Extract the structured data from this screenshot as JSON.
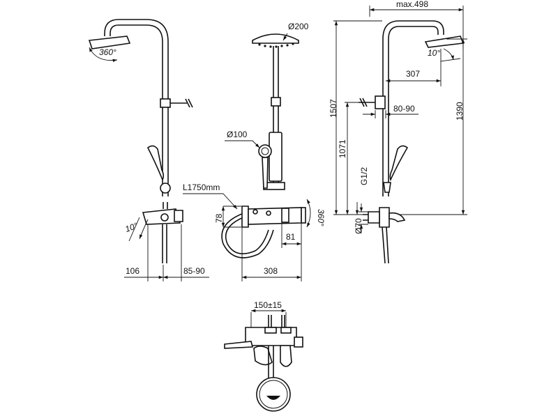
{
  "dimensions": {
    "max_width": "max.498",
    "overhead_diameter": "Ø200",
    "handshower_diameter": "Ø100",
    "rotation_head": "360°",
    "rotation_mixer": "360°",
    "tilt_head": "10°",
    "tilt_mixer": "10°",
    "total_height": "1507",
    "head_height": "1390",
    "bracket_height": "1071",
    "arm_reach": "307",
    "bracket_offset": "80-90",
    "thread": "G1/2",
    "escutcheon_diameter": "Ø70",
    "hose_length": "L1750mm",
    "mixer_height": "78",
    "spout_gap": "81",
    "mixer_width": "308",
    "mixer_depth": "106",
    "spout_projection": "85-90",
    "centres": "150±15"
  }
}
